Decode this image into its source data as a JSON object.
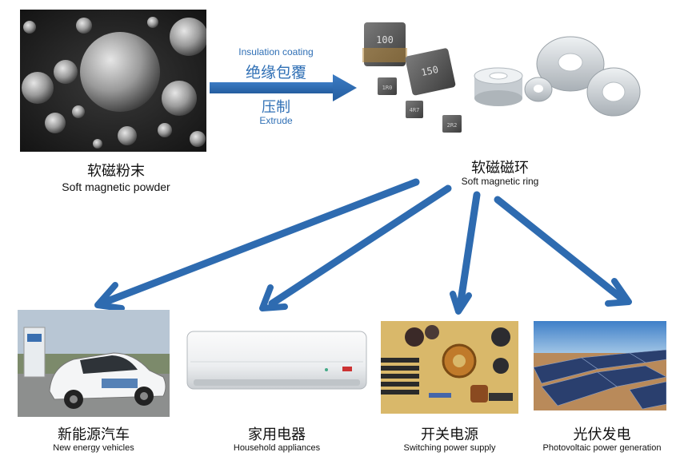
{
  "colors": {
    "arrow": "#2e6bb0",
    "process_text": "#2f6fb5",
    "label": "#111111"
  },
  "process": {
    "coating_en": "Insulation coating",
    "coating_cn": "绝缘包覆",
    "extrude_cn": "压制",
    "extrude_en": "Extrude"
  },
  "powder": {
    "cn": "软磁粉末",
    "en": "Soft magnetic powder"
  },
  "ring": {
    "cn": "软磁磁环",
    "en": "Soft magnetic ring",
    "inductor_marks": [
      "100",
      "150",
      "1R0",
      "4R7",
      "2R2"
    ]
  },
  "applications": [
    {
      "cn": "新能源汽车",
      "en": "New energy vehicles",
      "icon": "electric-car-photo"
    },
    {
      "cn": "家用电器",
      "en": "Household appliances",
      "icon": "air-conditioner-photo"
    },
    {
      "cn": "开关电源",
      "en": "Switching power supply",
      "icon": "circuit-board-photo"
    },
    {
      "cn": "光伏发电",
      "en": "Photovoltaic power generation",
      "icon": "solar-panel-photo"
    }
  ]
}
